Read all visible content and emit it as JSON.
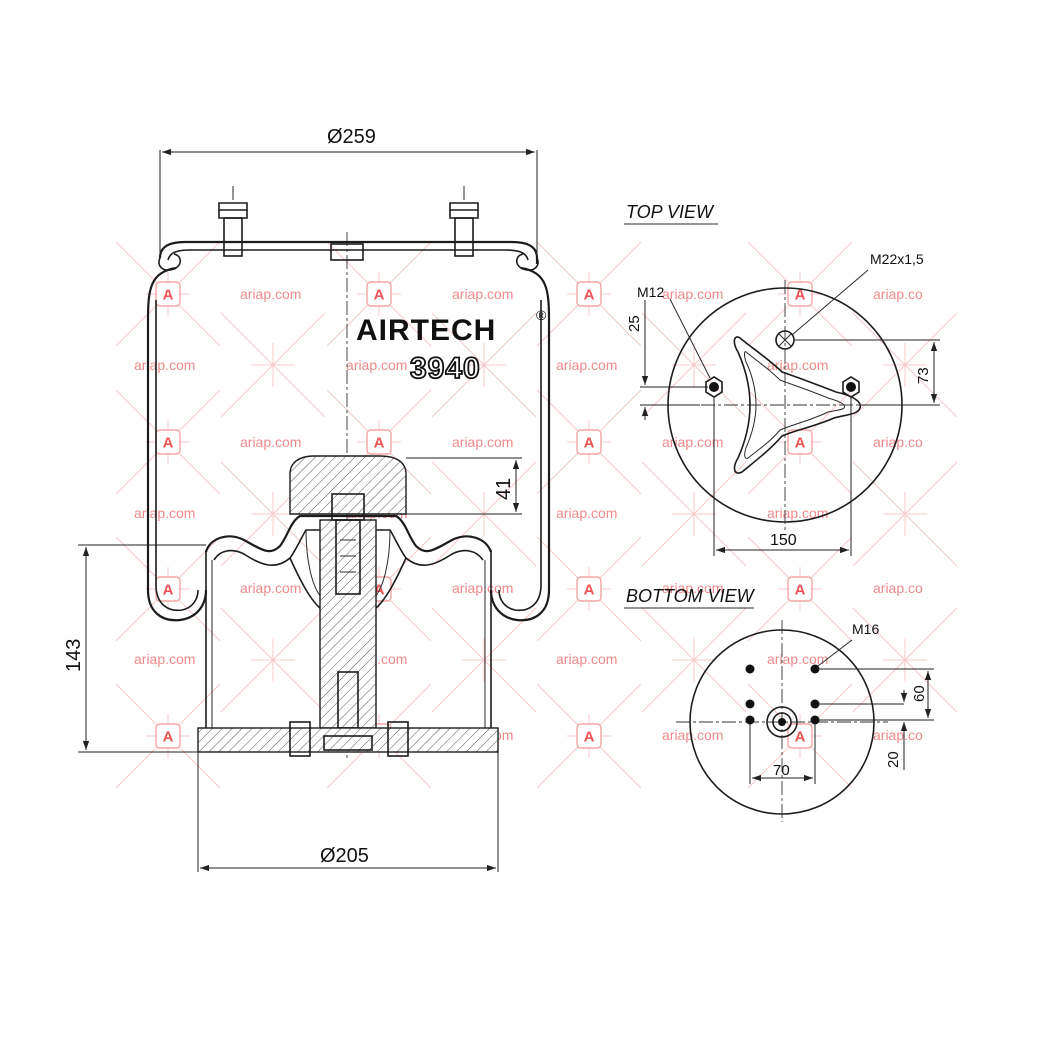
{
  "brand": {
    "name": "AIRTECH",
    "mark": "®",
    "part_number": "3940"
  },
  "views": {
    "top": "TOP VIEW",
    "bottom": "BOTTOM VIEW"
  },
  "dimensions": {
    "top_diameter": "Ø259",
    "bottom_diameter": "Ø205",
    "height": "143",
    "piston_step": "41",
    "top_bolt_spacing": "150",
    "top_offset": "25",
    "top_air_offset": "73",
    "bottom_bolt_spacing": "70",
    "bottom_vertical": "60",
    "bottom_small": "20"
  },
  "callouts": {
    "top_bolt_thread": "M12",
    "air_inlet_thread": "M22x1,5",
    "bottom_bolt_thread": "M16"
  },
  "watermark": {
    "text": "ariap.com",
    "text_clipped": "ariap.co",
    "badge_letter": "A"
  }
}
